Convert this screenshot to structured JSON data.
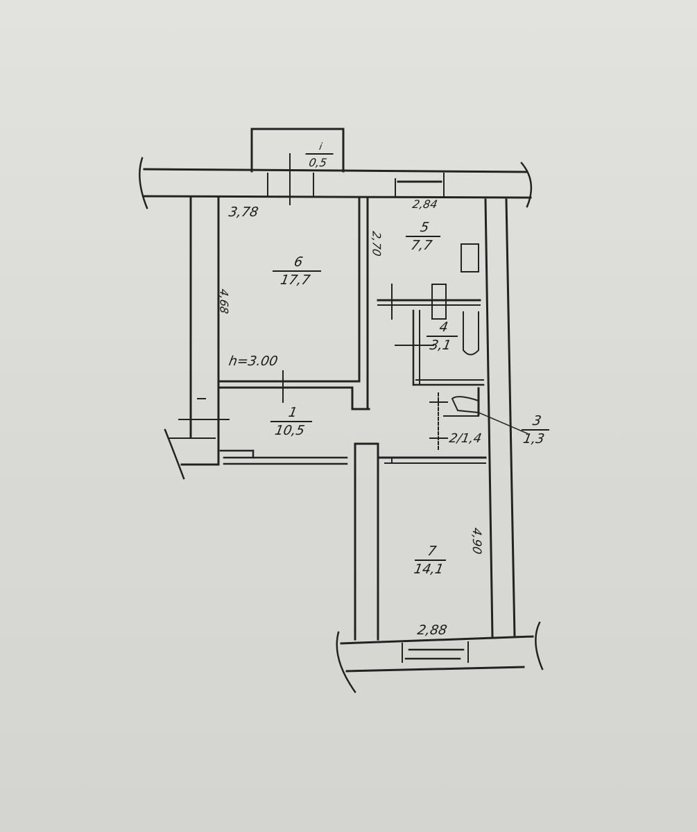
{
  "floor_plan": {
    "rooms": [
      {
        "number": "1",
        "area": "10,5"
      },
      {
        "number": "2",
        "area": "1,4"
      },
      {
        "number": "3",
        "area": "1,3"
      },
      {
        "number": "4",
        "area": "3,1"
      },
      {
        "number": "5",
        "area": "7,7"
      },
      {
        "number": "6",
        "area": "17,7"
      },
      {
        "number": "7",
        "area": "14,1"
      },
      {
        "number": "i",
        "area": "0,5"
      }
    ],
    "dimensions": {
      "room6_width": "3,78",
      "room6_length": "4,68",
      "room5_width": "2,84",
      "room5_length": "2,70",
      "room7_width": "2,88",
      "room7_length": "4,90"
    },
    "ceiling_height": "h=3.00",
    "room2_label": "2/1,4"
  }
}
